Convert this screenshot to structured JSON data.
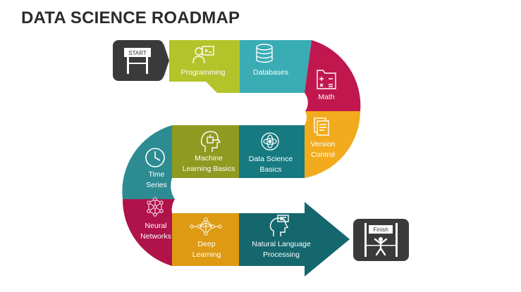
{
  "title": "DATA SCIENCE ROADMAP",
  "start_label": "START",
  "finish_label": "Finish",
  "steps": [
    {
      "label": "Programming",
      "icon": "programmer-icon",
      "color": "#b3c42a"
    },
    {
      "label": "Databases",
      "icon": "database-icon",
      "color": "#3aacb4"
    },
    {
      "label": "Math",
      "icon": "math-symbols-icon",
      "color": "#c0174e"
    },
    {
      "label": "Version Control",
      "label_lines": [
        "Version",
        "Control"
      ],
      "icon": "documents-icon",
      "color": "#f2ab1d"
    },
    {
      "label": "Data Science Basics",
      "label_lines": [
        "Data Science",
        "Basics"
      ],
      "icon": "atom-icon",
      "color": "#167a80"
    },
    {
      "label": "Machine Learning Basics",
      "label_lines": [
        "Machine",
        "Learning Basics"
      ],
      "icon": "ai-head-icon",
      "color": "#8e9a20"
    },
    {
      "label": "Time Series",
      "label_lines": [
        "Time",
        "Series"
      ],
      "icon": "clock-icon",
      "color": "#2d8c92"
    },
    {
      "label": "Neural Networks",
      "label_lines": [
        "Neural",
        "Networks"
      ],
      "icon": "neural-network-icon",
      "color": "#b0124a"
    },
    {
      "label": "Deep Learning",
      "label_lines": [
        "Deep",
        "Learning"
      ],
      "icon": "deep-network-icon",
      "color": "#dd9a12"
    },
    {
      "label": "Natural Language Processing",
      "label_lines": [
        "Natural Language",
        "Processing"
      ],
      "icon": "nlp-head-icon",
      "color": "#14676d"
    }
  ]
}
